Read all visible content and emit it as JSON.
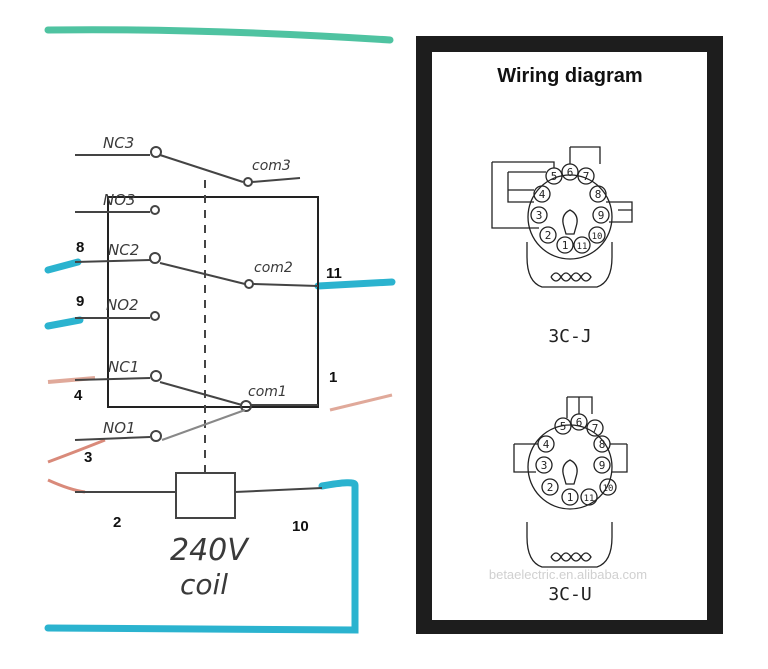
{
  "left": {
    "contacts": [
      "NC3",
      "NO3",
      "NC2",
      "NO2",
      "NC1",
      "NO1"
    ],
    "commons": [
      "com3",
      "com2",
      "com1"
    ],
    "pin_labels": [
      "8",
      "9",
      "4",
      "3",
      "2",
      "10",
      "11",
      "1"
    ],
    "coil_text_line1": "240V",
    "coil_text_line2": "coil",
    "colors": {
      "teal_wire": "#2bb3cf",
      "green_wire": "#4fc3a1",
      "red_wire": "#d98a7a"
    }
  },
  "right": {
    "title": "Wiring diagram",
    "diagram_j": {
      "caption": "3C-J",
      "pins": [
        "6",
        "5",
        "7",
        "4",
        "8",
        "3",
        "9",
        "2",
        "1",
        "11",
        "10"
      ]
    },
    "diagram_u": {
      "caption": "3C-U",
      "pins": [
        "6",
        "5",
        "7",
        "4",
        "8",
        "3",
        "9",
        "2",
        "1",
        "11",
        "10"
      ]
    },
    "watermark": "betaelectric.en.alibaba.com"
  }
}
